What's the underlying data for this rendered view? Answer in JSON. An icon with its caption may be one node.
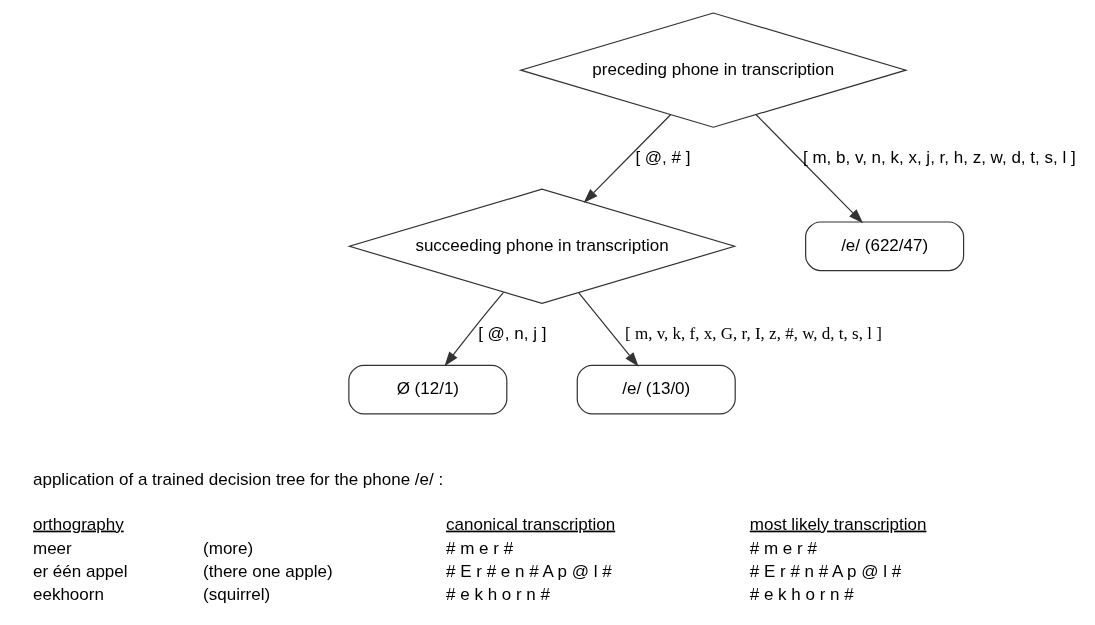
{
  "diagram": {
    "nodes": [
      {
        "text": [
          "preceding phone in transcription"
        ]
      },
      {
        "text": [
          "succeeding phone in transcription"
        ]
      },
      {
        "text": [
          "/e/ (622/47)"
        ]
      },
      {
        "text": [
          "Ø (12/1)"
        ]
      },
      {
        "text": [
          "/e/ (13/0)"
        ]
      }
    ],
    "edges": [
      {
        "from": 0,
        "to": 1,
        "arrow": "to",
        "label": "[ @, # ]"
      },
      {
        "from": 0,
        "to": 2,
        "arrow": "to",
        "label": "[ m, b, v, n, k, x, j, r, h, z, w, d, t, s, l ]"
      },
      {
        "from": 1,
        "to": 3,
        "arrow": "to",
        "label": "[ @, n, j ]"
      },
      {
        "from": 1,
        "to": 4,
        "arrow": "to",
        "label": "[ m, v, k, f, x, G, r, I, z, #, w, d, t, s, l ]"
      }
    ],
    "labels": [
      "application of a trained decision tree for the phone /e/ :",
      "orthography",
      "canonical transcription",
      "most likely transcription",
      "meer",
      "(more)",
      "# m e r #",
      "# m e r #",
      "er één appel",
      "(there one apple)",
      "# E r # e n # A p @ l #",
      "# E r # n # A p @ l #",
      "eekhoorn",
      "(squirrel)",
      "# e k h o r n #",
      "# e k h o r n #"
    ]
  }
}
